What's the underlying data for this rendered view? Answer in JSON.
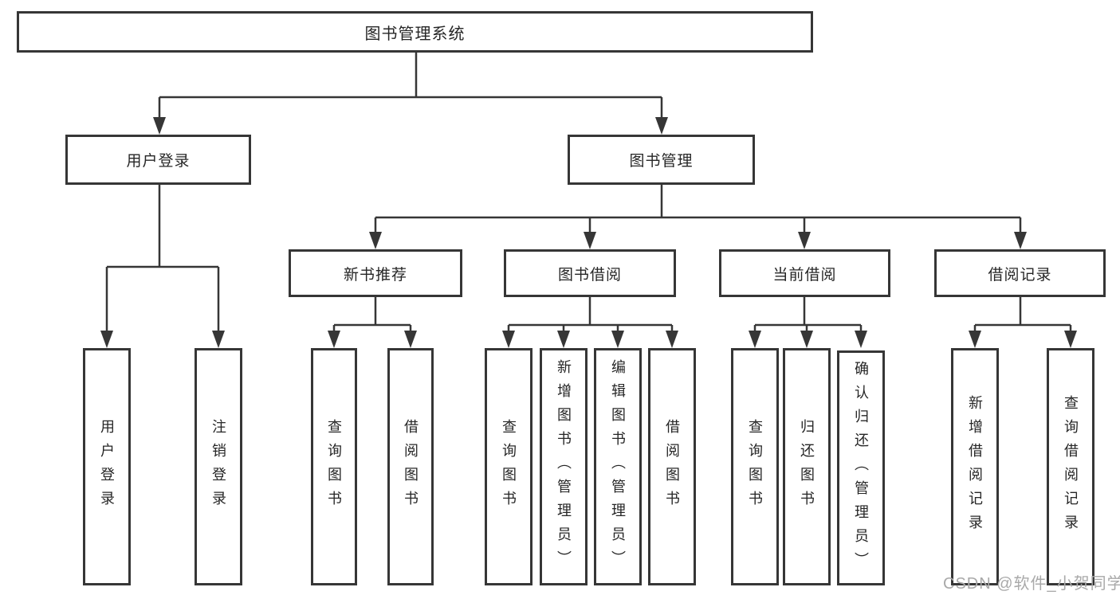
{
  "diagram": {
    "root": {
      "label": "图书管理系统"
    },
    "branches": [
      {
        "label": "用户登录",
        "children": [
          {
            "label": "用户登录"
          },
          {
            "label": "注销登录"
          }
        ]
      },
      {
        "label": "图书管理",
        "children": [
          {
            "label": "新书推荐",
            "children": [
              {
                "label": "查询图书"
              },
              {
                "label": "借阅图书"
              }
            ]
          },
          {
            "label": "图书借阅",
            "children": [
              {
                "label": "查询图书"
              },
              {
                "label": "新增图书（管理员）"
              },
              {
                "label": "编辑图书（管理员）"
              },
              {
                "label": "借阅图书"
              }
            ]
          },
          {
            "label": "当前借阅",
            "children": [
              {
                "label": "查询图书"
              },
              {
                "label": "归还图书"
              },
              {
                "label": "确认归还（管理员）"
              }
            ]
          },
          {
            "label": "借阅记录",
            "children": [
              {
                "label": "新增借阅记录"
              },
              {
                "label": "查询借阅记录"
              }
            ]
          }
        ]
      }
    ]
  },
  "watermark": {
    "text": "CSDN @软件_小贺同学"
  },
  "colors": {
    "line": "#363636",
    "box_border": "#363636",
    "text": "#262626",
    "watermark": "#a9a9a9",
    "background": "#ffffff"
  }
}
